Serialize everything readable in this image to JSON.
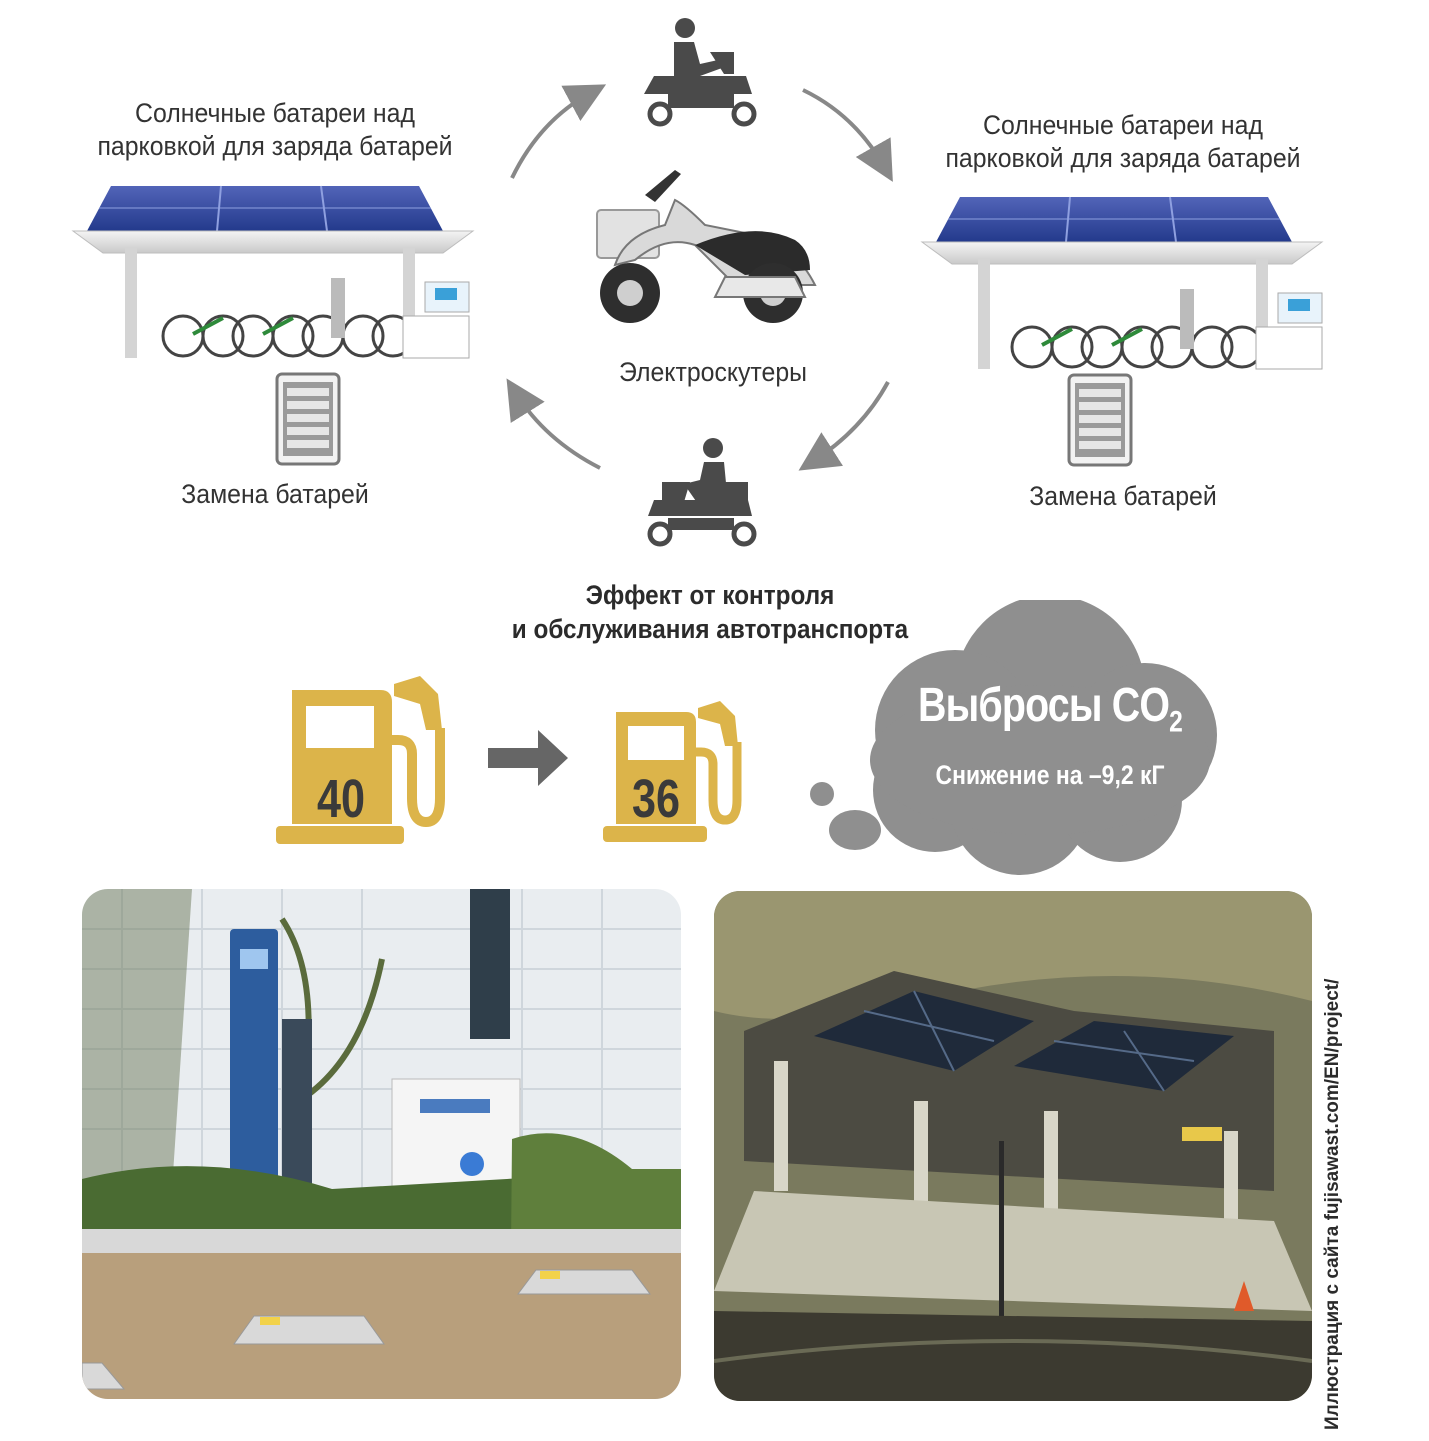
{
  "left_station": {
    "title_line1": "Солнечные батареи над",
    "title_line2": "парковкой для заряда батарей",
    "battery_label": "Замена батарей"
  },
  "right_station": {
    "title_line1": "Солнечные батареи над",
    "title_line2": "парковкой для заряда батарей",
    "battery_label": "Замена батарей"
  },
  "center": {
    "scooter_label": "Электроскутеры"
  },
  "effect": {
    "title_line1": "Эффект от контроля",
    "title_line2": "и обслуживания автотранспорта"
  },
  "fuel": {
    "before": "40",
    "after": "36"
  },
  "emissions": {
    "title": "Выбросы CO",
    "subscript": "2",
    "reduction": "Снижение на –9,2 кГ"
  },
  "credit": "Иллюстрация с сайта fujisawast.com/EN/project/",
  "colors": {
    "fuel_gold": "#dcb44a",
    "cloud_gray": "#8f8f8f",
    "icon_dark": "#4a4a4a",
    "arrow_gray": "#888888"
  }
}
